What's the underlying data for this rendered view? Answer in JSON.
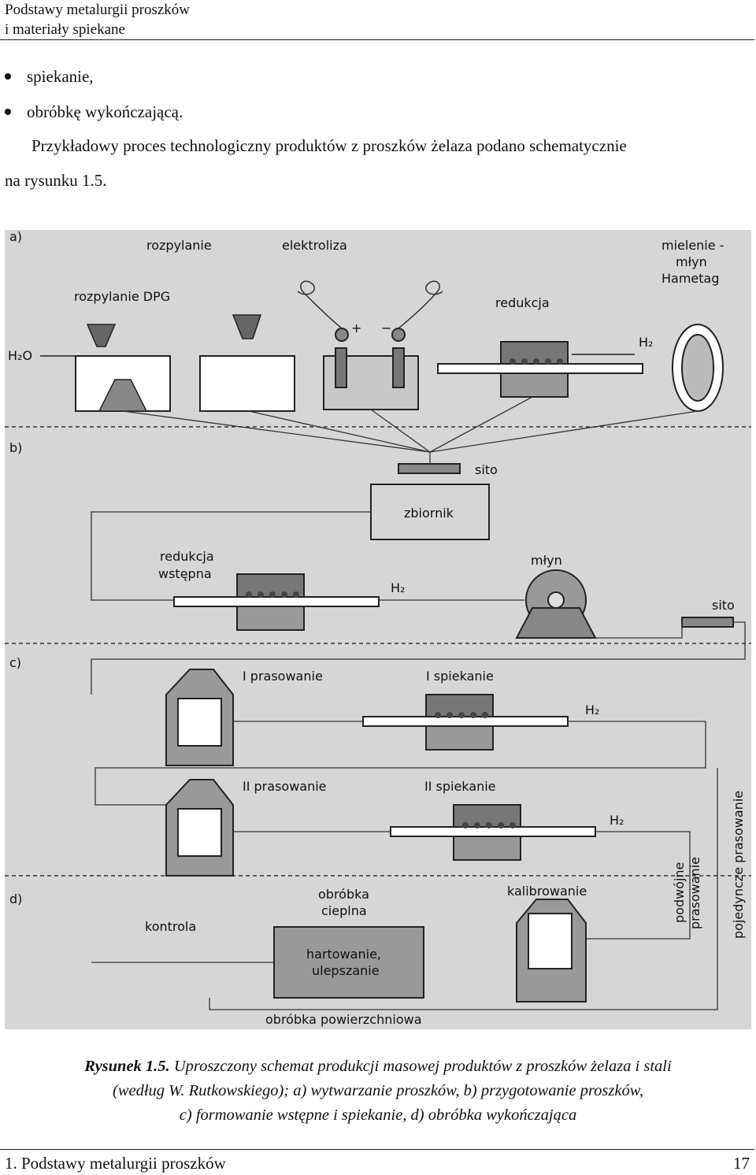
{
  "header": {
    "line1": "Podstawy metalurgii proszków",
    "line2": "i materiały spiekane"
  },
  "bullets": [
    "spiekanie,",
    "obróbkę wykończającą."
  ],
  "paragraph": {
    "line1": "Przykładowy proces technologiczny produktów z proszków żelaza podano schematycznie",
    "line2": "na rysunku 1.5."
  },
  "figure": {
    "section_a": "a)",
    "section_b": "b)",
    "section_c": "c)",
    "section_d": "d)",
    "rozpylanie": "rozpylanie",
    "elektroliza": "elektroliza",
    "rozpylanie_dpg": "rozpylanie DPG",
    "redukcja": "redukcja",
    "mielenie_1": "mielenie -",
    "mielenie_2": "młyn",
    "mielenie_3": "Hametag",
    "h2o": "H₂O",
    "h2": "H₂",
    "plus": "+",
    "minus": "−",
    "sito": "sito",
    "zbiornik": "zbiornik",
    "redukcja_wstepna_1": "redukcja",
    "redukcja_wstepna_2": "wstępna",
    "mlyn": "młyn",
    "i_prasowanie": "I prasowanie",
    "i_spiekanie": "I spiekanie",
    "ii_prasowanie": "II prasowanie",
    "ii_spiekanie": "II spiekanie",
    "obrobka_cieplna_1": "obróbka",
    "obrobka_cieplna_2": "cieplna",
    "kalibrowanie": "kalibrowanie",
    "kontrola": "kontrola",
    "hartowanie_1": "hartowanie,",
    "hartowanie_2": "ulepszanie",
    "obrobka_powierzchniowa": "obróbka powierzchniowa",
    "podwojne_1": "podwójne",
    "podwojne_2": "prasowanie",
    "pojedyncze": "pojedyncze prasowanie"
  },
  "caption": {
    "label": "Rysunek 1.5.",
    "line1_rest": " Uproszczony schemat produkcji masowej produktów z proszków żelaza i stali",
    "line2": "(według W. Rutkowskiego); a) wytwarzanie proszków, b) przygotowanie proszków,",
    "line3": "c) formowanie wstępne i spiekanie, d) obróbka wykończająca"
  },
  "footer": {
    "chapter": "1. Podstawy metalurgii proszków",
    "page": "17"
  }
}
